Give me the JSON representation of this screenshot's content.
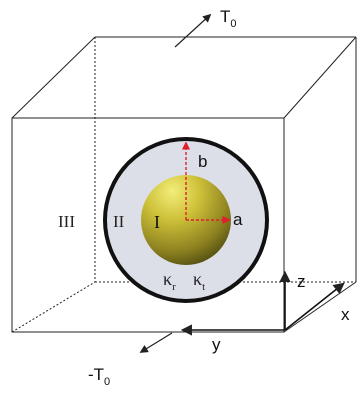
{
  "labels": {
    "top_temperature": "T",
    "top_temperature_sub": "0",
    "bottom_temperature": "-T",
    "bottom_temperature_sub": "0",
    "region_outer": "III",
    "region_shell": "II",
    "region_core": "I",
    "axis_b": "b",
    "axis_a": "a",
    "axis_z": "z",
    "axis_y": "y",
    "axis_x": "x",
    "kappa_r": "κ",
    "kappa_r_sub": "r",
    "kappa_t": "κ",
    "kappa_t_sub": "t"
  },
  "colors": {
    "line": "#222222",
    "shell_fill": "#dcdfe8",
    "shell_ring": "#111111",
    "core_highlight": "#f2ee7a",
    "core_mid": "#a79c2a",
    "core_dark": "#4f4a10",
    "vector": "#e01e2e"
  }
}
